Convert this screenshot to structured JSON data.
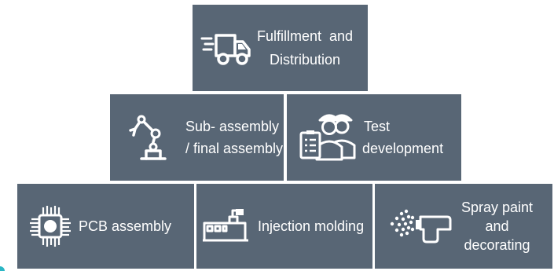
{
  "diagram": {
    "colors": {
      "block": "#586675",
      "text": "#ffffff",
      "icon": "#ffffff"
    },
    "tiers": [
      {
        "level": "top",
        "blocks": [
          {
            "icon": "truck-icon",
            "label": [
              "Fulfillment  and",
              "Distribution"
            ]
          }
        ]
      },
      {
        "level": "middle",
        "blocks": [
          {
            "icon": "robot-arm-icon",
            "label": [
              "Sub- assembly",
              "/ final assembly"
            ]
          },
          {
            "icon": "engineers-checklist-icon",
            "label": [
              "Test",
              "development"
            ]
          }
        ]
      },
      {
        "level": "bottom",
        "blocks": [
          {
            "icon": "chip-icon",
            "label": [
              "PCB assembly"
            ]
          },
          {
            "icon": "injection-machine-icon",
            "label": [
              "Injection molding"
            ]
          },
          {
            "icon": "spray-gun-icon",
            "label": [
              "Spray paint",
              "and",
              "decorating"
            ]
          }
        ]
      }
    ]
  }
}
